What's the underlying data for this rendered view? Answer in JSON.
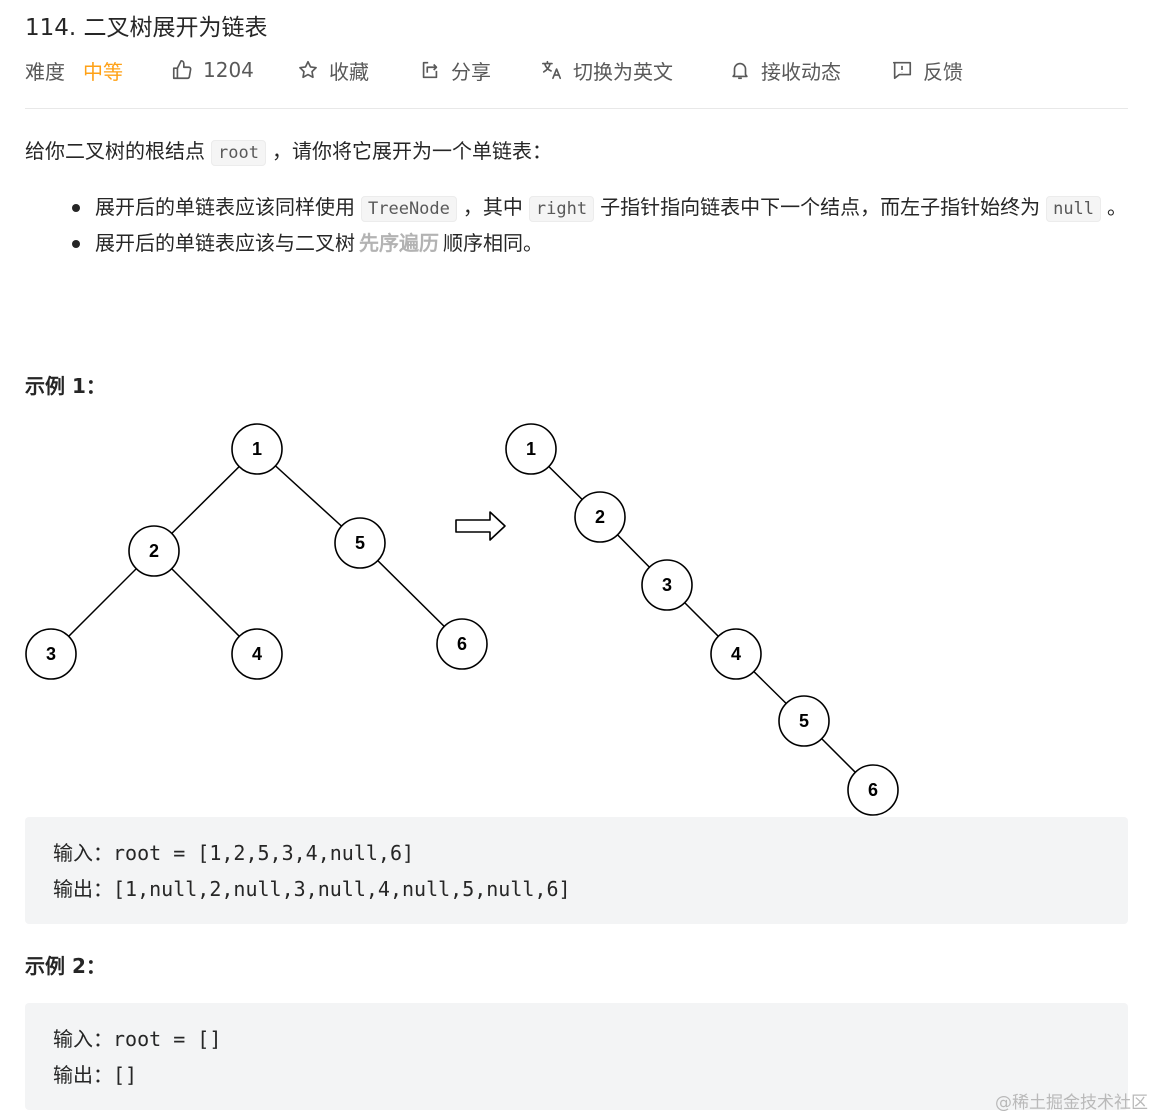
{
  "problem": {
    "title": "114. 二叉树展开为链表",
    "difficulty_label": "难度",
    "difficulty": "中等",
    "likes": "1204",
    "actions": {
      "favorite": "收藏",
      "share": "分享",
      "switch_lang": "切换为英文",
      "subscribe": "接收动态",
      "feedback": "反馈"
    }
  },
  "description": {
    "intro_before": "给你二叉树的根结点",
    "intro_code": "root",
    "intro_after": "，请你将它展开为一个单链表：",
    "bullets": [
      {
        "part1": "展开后的单链表应该同样使用",
        "code1": "TreeNode",
        "part2": "，其中",
        "code2": "right",
        "part3": "子指针指向链表中下一个结点，而左子指针始终为",
        "code3": "null",
        "part4": "。"
      },
      {
        "part1": "展开后的单链表应该与二叉树",
        "link": "先序遍历",
        "part2": "顺序相同。"
      }
    ]
  },
  "example1": {
    "title": "示例 1：",
    "tree_nodes": [
      "1",
      "2",
      "5",
      "3",
      "4",
      "6"
    ],
    "list_nodes": [
      "1",
      "2",
      "3",
      "4",
      "5",
      "6"
    ],
    "input": "输入：root = [1,2,5,3,4,null,6]",
    "output": "输出：[1,null,2,null,3,null,4,null,5,null,6]"
  },
  "example2": {
    "title": "示例 2：",
    "input": "输入：root = []",
    "output": "输出：[]"
  },
  "watermark": "@稀土掘金技术社区",
  "colors": {
    "difficulty": "#ffa116",
    "text": "#262626",
    "muted": "#595959",
    "code_bg": "#f3f4f5"
  }
}
